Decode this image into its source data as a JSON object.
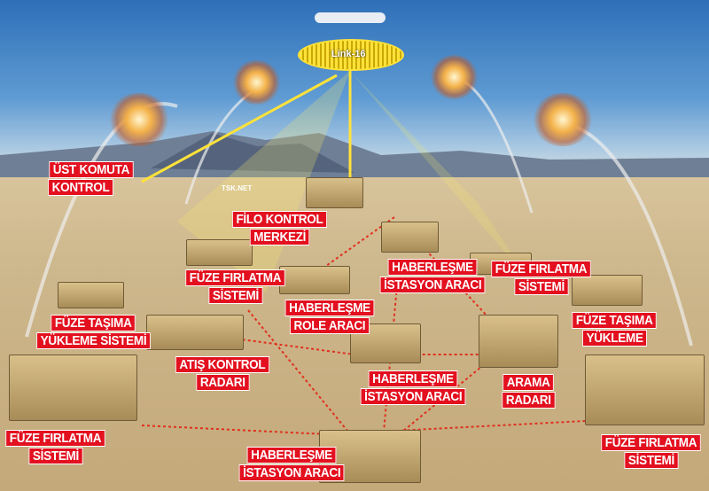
{
  "network": {
    "link_label": "Link-16",
    "tsk_label": "TSK.NET"
  },
  "labels": {
    "ust_komuta": [
      "ÜST KOMUTA",
      "KONTROL"
    ],
    "filo_kontrol": [
      "FİLO KONTROL",
      "MERKEZİ"
    ],
    "haberlesme_istasyon_1": [
      "HABERLEŞME",
      "İSTASYON ARACI"
    ],
    "fuze_firlatma_left": [
      "FÜZE FIRLATMA",
      "SİSTEMİ"
    ],
    "fuze_firlatma_right": [
      "FÜZE FIRLATMA",
      "SİSTEMİ"
    ],
    "haberlesme_role": [
      "HABERLEŞME",
      "ROLE ARACI"
    ],
    "fuze_tasima_left": [
      "FÜZE TAŞIMA",
      "YÜKLEME SİSTEMİ"
    ],
    "fuze_tasima_right": [
      "FÜZE TAŞIMA",
      "YÜKLEME"
    ],
    "atis_kontrol": [
      "ATIŞ KONTROL",
      "RADARI"
    ],
    "haberlesme_istasyon_2": [
      "HABERLEŞME",
      "İSTASYON ARACI"
    ],
    "arama_radari": [
      "ARAMA",
      "RADARI"
    ],
    "fuze_firlatma_bottom_left": [
      "FÜZE FIRLATMA",
      "SİSTEMİ"
    ],
    "fuze_firlatma_bottom_right": [
      "FÜZE FIRLATMA",
      "SİSTEMİ"
    ],
    "haberlesme_istasyon_3": [
      "HABERLEŞME",
      "İSTASYON ARACI"
    ]
  },
  "colors": {
    "label_red": "#e3101f",
    "link_yellow": "#ffe23a",
    "datalink_red": "#e0301e"
  }
}
